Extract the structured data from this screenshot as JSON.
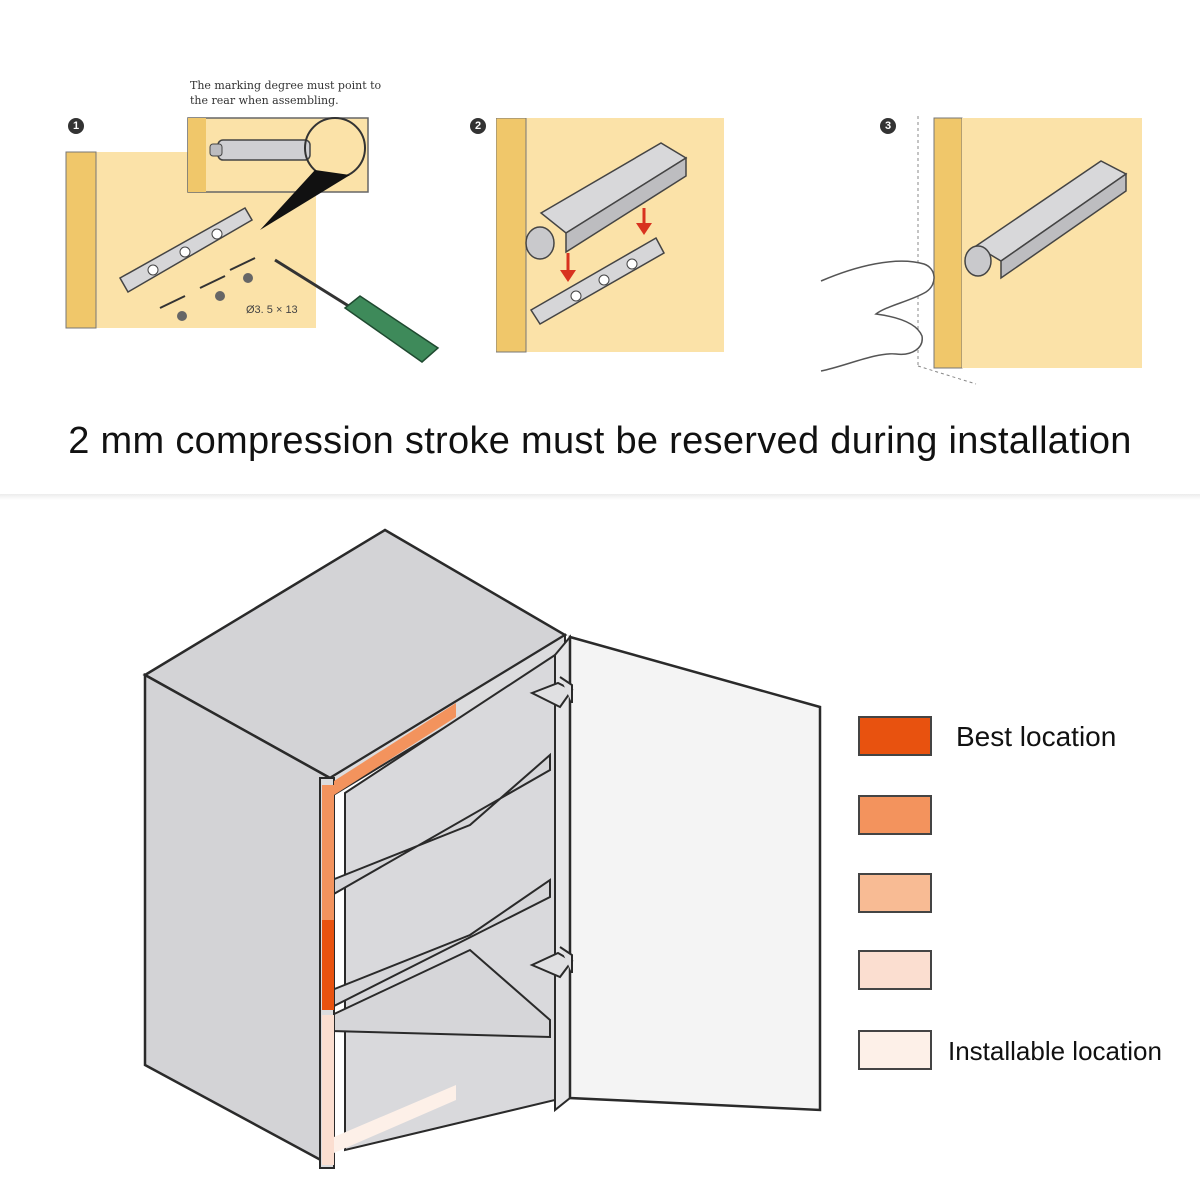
{
  "steps": [
    {
      "number": "1",
      "note_line1": "The marking degree must point to",
      "note_line2": "the rear when assembling.",
      "screw_label": "Ø3. 5  ×  13"
    },
    {
      "number": "2"
    },
    {
      "number": "3"
    }
  ],
  "headline": "2 mm compression stroke must be reserved during installation",
  "legend": {
    "items": [
      {
        "label": "Best location",
        "color": "#e8520f"
      },
      {
        "label": "",
        "color": "#f3935d"
      },
      {
        "label": "",
        "color": "#f8bb94"
      },
      {
        "label": "",
        "color": "#fbded0"
      },
      {
        "label": "Installable location",
        "color": "#fdf0e8"
      }
    ]
  },
  "colors": {
    "wood": "#fbe2a8",
    "wood_edge": "#f0c76a",
    "cabinet_side": "#d3d3d6",
    "cabinet_inner": "#dcdcde",
    "door_face": "#f4f4f4",
    "outline": "#2a2a2a"
  }
}
